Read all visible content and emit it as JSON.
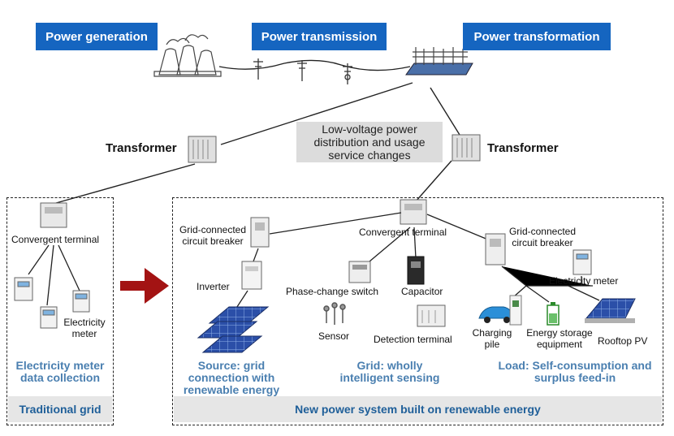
{
  "header": {
    "generation": "Power generation",
    "transmission": "Power transmission",
    "transformation": "Power transformation"
  },
  "transformers": {
    "left": "Transformer",
    "right": "Transformer"
  },
  "note": "Low-voltage power distribution and usage service changes",
  "traditional": {
    "convergent_terminal": "Convergent terminal",
    "electricity_meter": "Electricity meter",
    "caption": "Electricity meter data collection",
    "band": "Traditional grid"
  },
  "new_system": {
    "band": "New power system built on renewable energy",
    "convergent_terminal": "Convergent terminal",
    "source": {
      "breaker": "Grid-connected circuit breaker",
      "inverter": "Inverter",
      "caption": "Source: grid connection with renewable energy"
    },
    "grid": {
      "phase_switch": "Phase-change switch",
      "capacitor": "Capacitor",
      "sensor": "Sensor",
      "detection": "Detection terminal",
      "caption": "Grid: wholly intelligent sensing"
    },
    "load": {
      "breaker": "Grid-connected circuit breaker",
      "meter": "Electricity meter",
      "charging": "Charging pile",
      "storage": "Energy storage equipment",
      "rooftop": "Rooftop PV",
      "caption": "Load: Self-consumption and surplus feed-in"
    }
  },
  "colors": {
    "header_blue": "#1565c0",
    "caption_blue": "#4a7fb0",
    "arrow_red": "#a31313"
  },
  "icons": [
    "power-plant-icon",
    "transmission-tower-icon",
    "substation-icon",
    "transformer-icon",
    "terminal-icon",
    "meter-icon",
    "breaker-icon",
    "inverter-icon",
    "solar-panel-icon",
    "switch-icon",
    "capacitor-icon",
    "sensor-icon",
    "detection-terminal-icon",
    "ev-car-icon",
    "charging-pile-icon",
    "battery-icon",
    "rooftop-pv-icon",
    "arrow-icon"
  ]
}
